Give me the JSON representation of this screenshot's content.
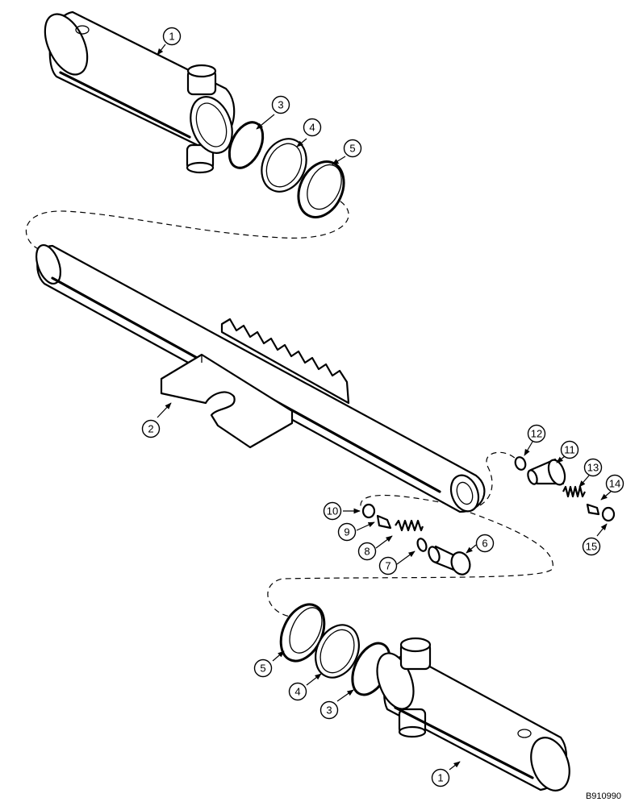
{
  "figure_id": "B910990",
  "callouts": {
    "c1_top": "1",
    "c2": "2",
    "c3_top": "3",
    "c4_top": "4",
    "c5_top": "5",
    "c6": "6",
    "c7": "7",
    "c8": "8",
    "c9": "9",
    "c10": "10",
    "c11": "11",
    "c12": "12",
    "c13": "13",
    "c14": "14",
    "c15": "15",
    "c5_bottom": "5",
    "c4_bottom": "4",
    "c3_bottom": "3",
    "c1_bottom": "1"
  }
}
